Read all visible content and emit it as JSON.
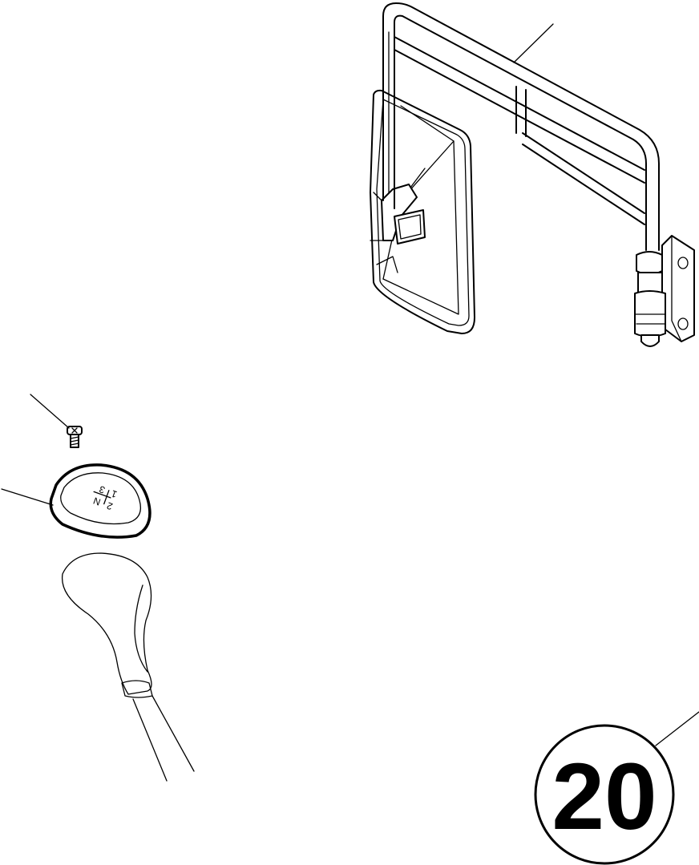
{
  "figure": {
    "badge": {
      "number": "20"
    },
    "knob_cap": {
      "shift_pattern": [
        "2",
        "N",
        "1",
        "3"
      ]
    },
    "parts": [
      {
        "name": "mirror-assembly",
        "icon": "mirror-icon"
      },
      {
        "name": "screw",
        "icon": "screw-icon"
      },
      {
        "name": "knob-cap",
        "icon": "knob-cap-icon"
      },
      {
        "name": "gear-shift-lever",
        "icon": "gear-lever-icon"
      }
    ]
  }
}
